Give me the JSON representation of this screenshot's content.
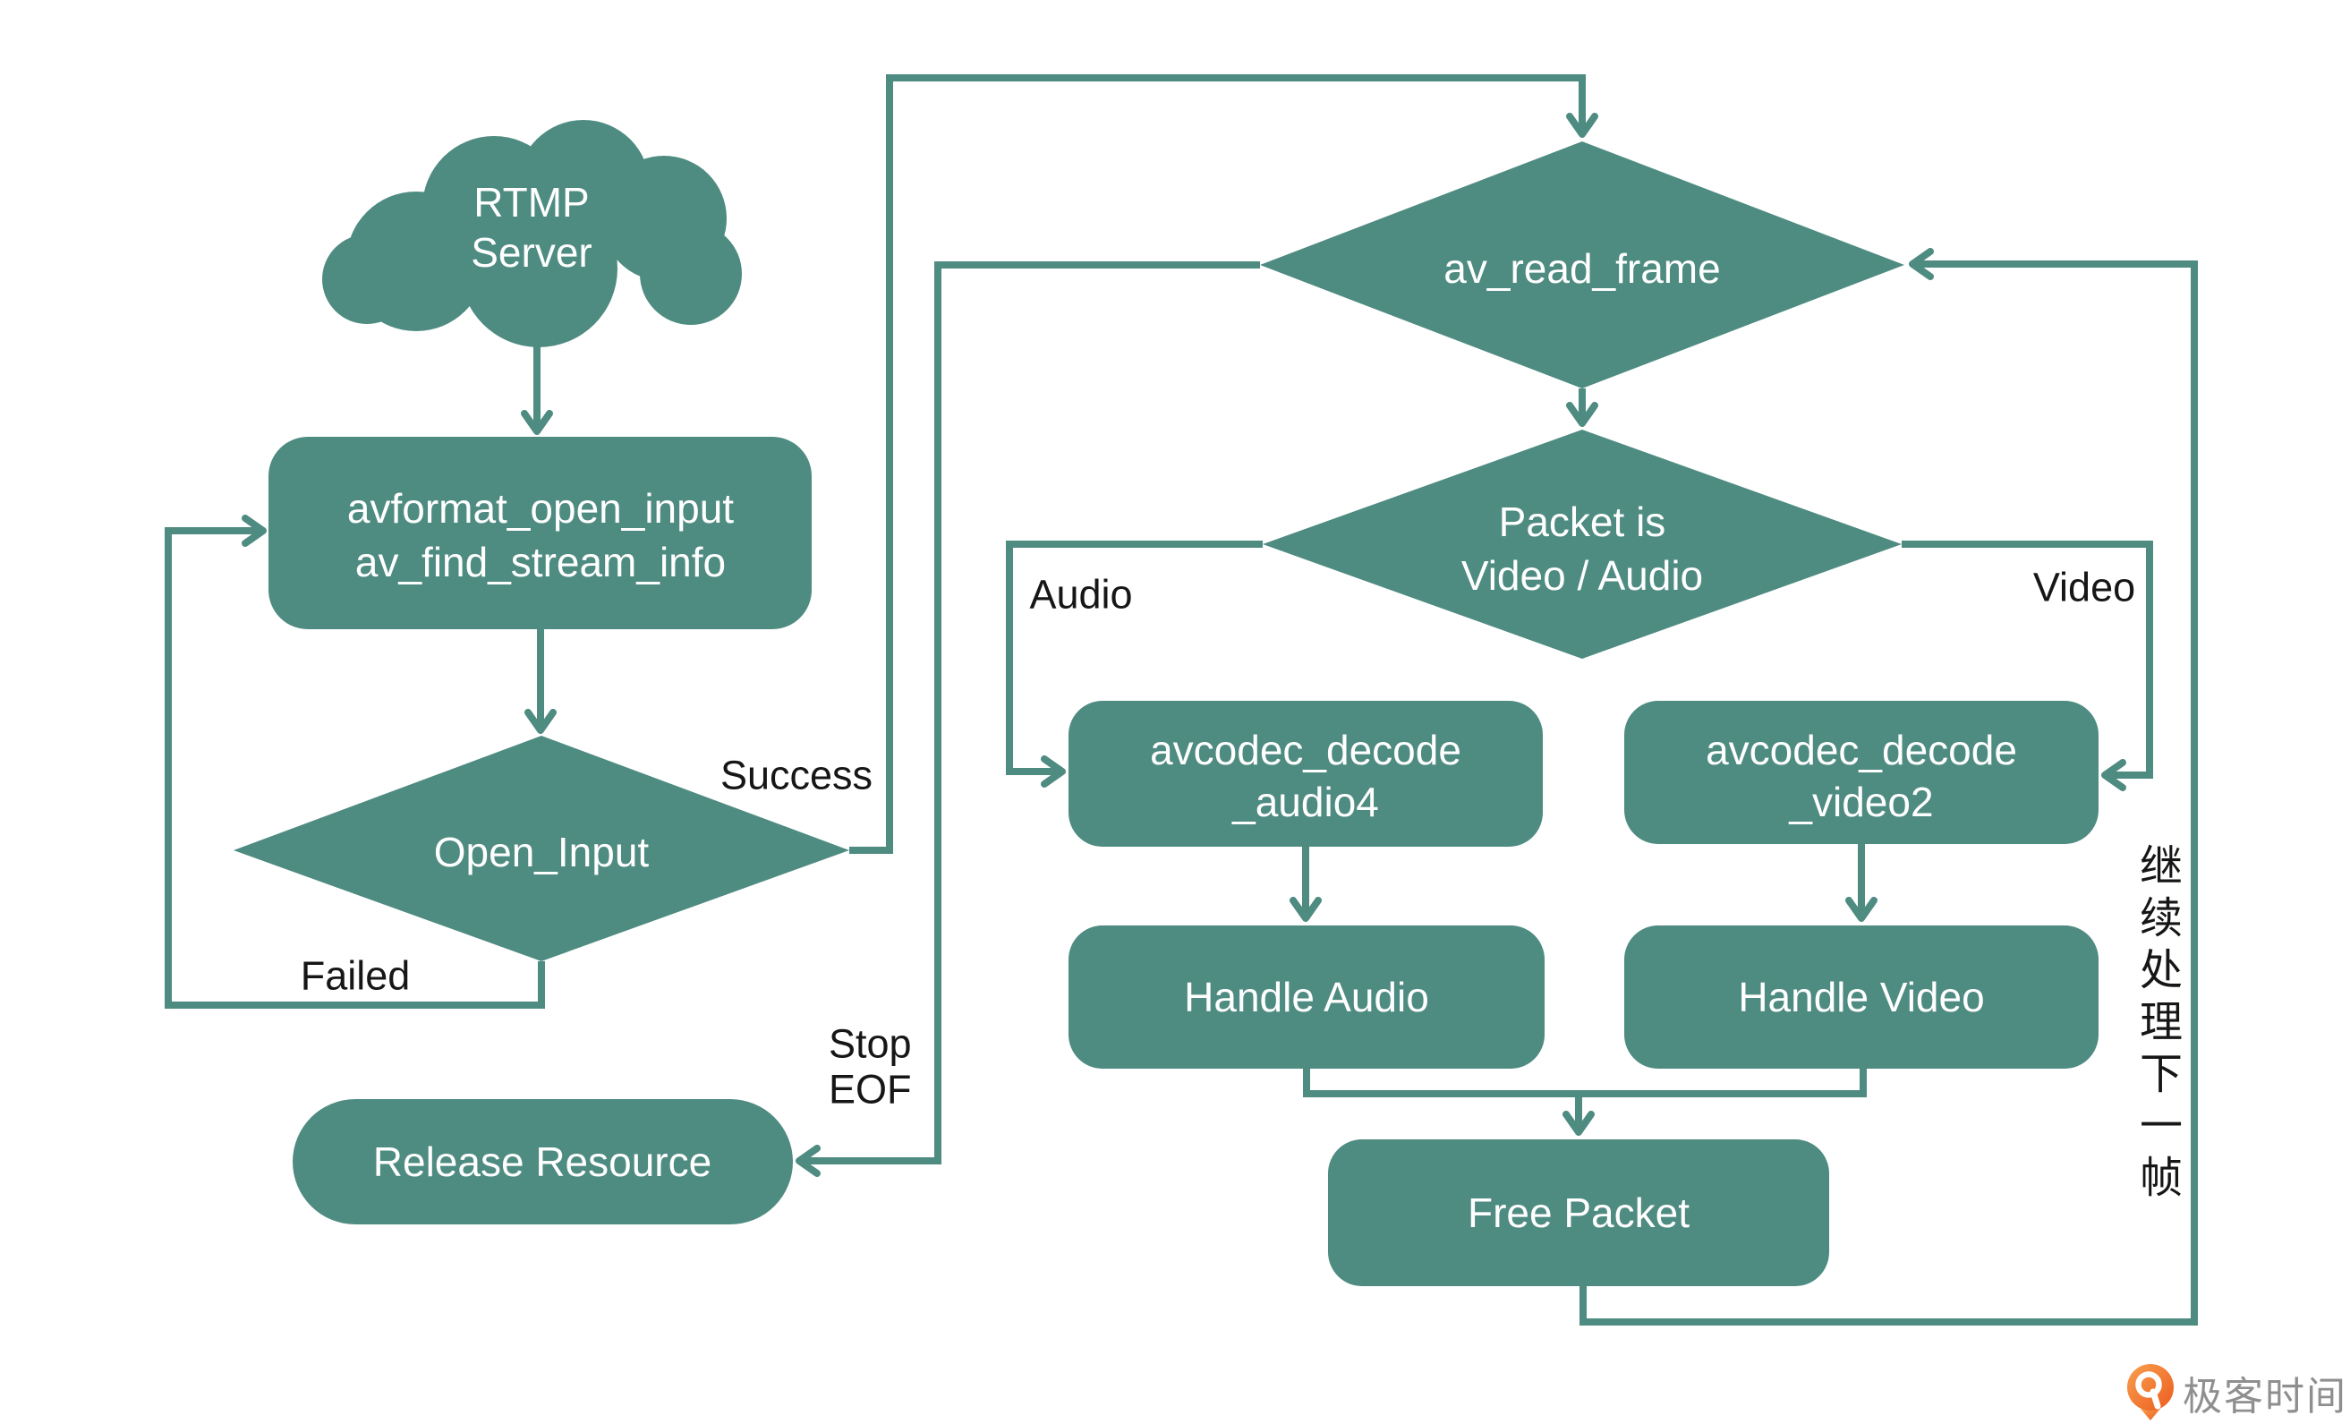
{
  "colors": {
    "teal": "#4E8B81",
    "label": "#161616",
    "logo_orange": "#EB5C20",
    "logo_text": "#8F8F8F"
  },
  "nodes": {
    "rtmp_server": {
      "line1": "RTMP",
      "line2": "Server"
    },
    "open_input_box": {
      "line1": "avformat_open_input",
      "line2": "av_find_stream_info"
    },
    "open_input_decision": {
      "label": "Open_Input"
    },
    "read_frame_decision": {
      "label": "av_read_frame"
    },
    "packet_decision": {
      "line1": "Packet is",
      "line2": "Video / Audio"
    },
    "decode_audio": {
      "line1": "avcodec_decode",
      "line2": "_audio4"
    },
    "decode_video": {
      "line1": "avcodec_decode",
      "line2": "_video2"
    },
    "handle_audio": {
      "label": "Handle Audio"
    },
    "handle_video": {
      "label": "Handle Video"
    },
    "free_packet": {
      "label": "Free Packet"
    },
    "release_resource": {
      "label": "Release Resource"
    }
  },
  "edge_labels": {
    "success": "Success",
    "failed": "Failed",
    "audio": "Audio",
    "video": "Video",
    "stop": "Stop",
    "eof": "EOF",
    "loop_note": "继续处理下一帧"
  },
  "logo": {
    "text": "极客时间"
  }
}
